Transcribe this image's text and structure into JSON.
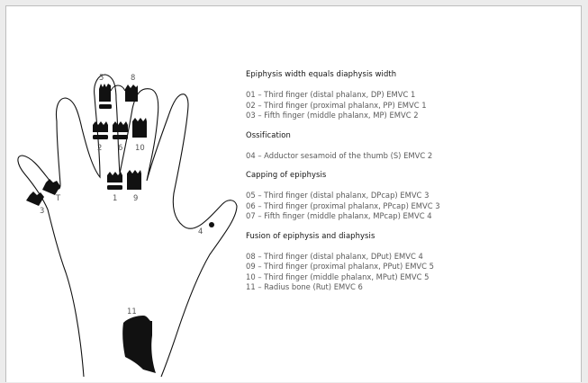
{
  "hand_labels": {
    "l1": "1",
    "l2": "2",
    "l3": "3",
    "l4": "4",
    "l5": "5",
    "l6": "6",
    "l8": "8",
    "l9": "9",
    "l10": "10",
    "l11": "11",
    "lT": "T"
  },
  "sections": [
    {
      "title": "Epiphysis width equals diaphysis width",
      "entries": [
        "01 – Third finger (distal phalanx, DP) EMVC 1",
        "02 – Third finger (proximal phalanx, PP) EMVC 1",
        "03 – Fifth finger (middle phalanx, MP) EMVC 2"
      ]
    },
    {
      "title": "Ossification",
      "entries": [
        "04 –  Adductor sesamoid of the thumb (S) EMVC 2"
      ]
    },
    {
      "title": "Capping of epiphysis",
      "entries": [
        "05 – Third finger (distal phalanx, DPcap) EMVC 3",
        "06 – Third finger (proximal phalanx, PPcap) EMVC 3",
        "07 – Fifth finger (middle phalanx, MPcap) EMVC 4"
      ]
    },
    {
      "title": "Fusion of epiphysis and diaphysis",
      "entries": [
        "08 – Third finger (distal phalanx, DPut) EMVC 4",
        "09 – Third finger (proximal phalanx, PPut) EMVC 5",
        "10 – Third finger (middle phalanx, MPut) EMVC 5",
        "11 – Radius bone (Rut) EMVC 6"
      ]
    }
  ]
}
